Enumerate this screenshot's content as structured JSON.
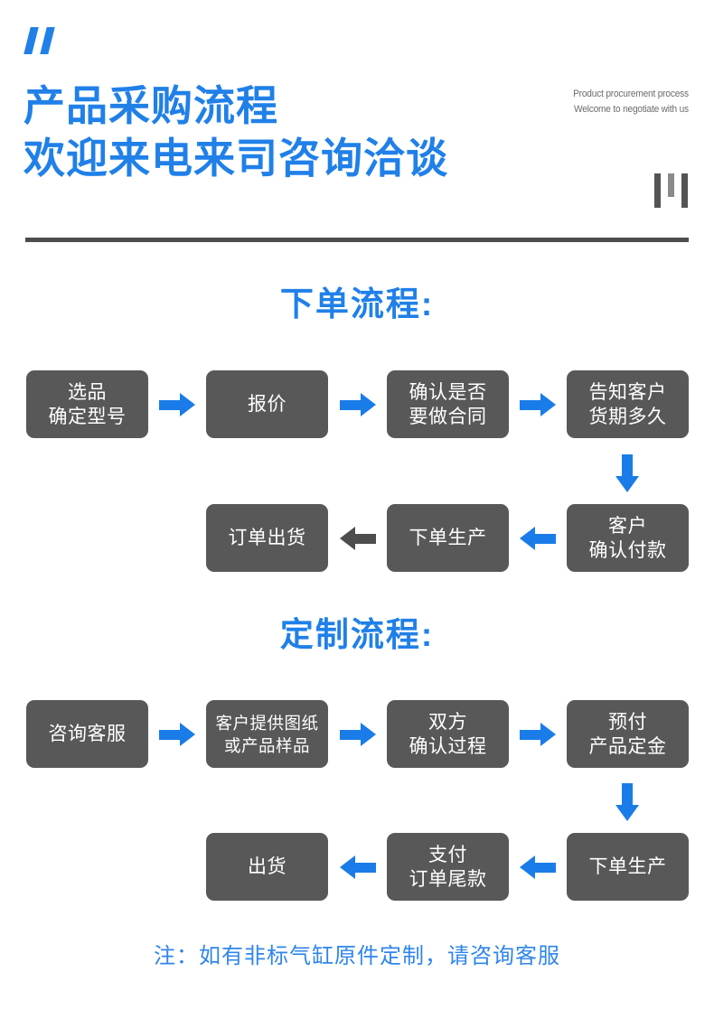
{
  "header": {
    "quote_icon": "quote-mark-icon",
    "title_lines": [
      "产品采购流程",
      "欢迎来电来司咨询洽谈"
    ],
    "english_lines": [
      "Product procurement process",
      "Welcome to negotiate with us"
    ],
    "bars_icon": "vertical-bars-icon",
    "accent_color": "#2080e8",
    "box_color": "#585858",
    "divider_color": "#4d4d4d"
  },
  "order_flow": {
    "heading": "下单流程:",
    "steps": [
      {
        "lines": [
          "选品",
          "确定型号"
        ]
      },
      {
        "lines": [
          "报价"
        ]
      },
      {
        "lines": [
          "确认是否",
          "要做合同"
        ]
      },
      {
        "lines": [
          "告知客户",
          "货期多久"
        ]
      },
      {
        "lines": [
          "客户",
          "确认付款"
        ]
      },
      {
        "lines": [
          "下单生产"
        ]
      },
      {
        "lines": [
          "订单出货"
        ]
      }
    ],
    "arrows": [
      {
        "name": "arrow-right-order-1",
        "direction": "right",
        "color": "#1a7ce8"
      },
      {
        "name": "arrow-right-order-2",
        "direction": "right",
        "color": "#1a7ce8"
      },
      {
        "name": "arrow-right-order-3",
        "direction": "right",
        "color": "#1a7ce8"
      },
      {
        "name": "arrow-down-order",
        "direction": "down",
        "color": "#1a7ce8"
      },
      {
        "name": "arrow-left-order-1",
        "direction": "left",
        "color": "#1a7ce8"
      },
      {
        "name": "arrow-left-order-2",
        "direction": "left",
        "color": "#4d4d4d"
      }
    ]
  },
  "custom_flow": {
    "heading": "定制流程:",
    "steps": [
      {
        "lines": [
          "咨询客服"
        ]
      },
      {
        "lines": [
          "客户提供图纸",
          "或产品样品"
        ]
      },
      {
        "lines": [
          "双方",
          "确认过程"
        ]
      },
      {
        "lines": [
          "预付",
          "产品定金"
        ]
      },
      {
        "lines": [
          "下单生产"
        ]
      },
      {
        "lines": [
          "支付",
          "订单尾款"
        ]
      },
      {
        "lines": [
          "出货"
        ]
      }
    ],
    "arrows": [
      {
        "name": "arrow-right-custom-1",
        "direction": "right",
        "color": "#1a7ce8"
      },
      {
        "name": "arrow-right-custom-2",
        "direction": "right",
        "color": "#1a7ce8"
      },
      {
        "name": "arrow-right-custom-3",
        "direction": "right",
        "color": "#1a7ce8"
      },
      {
        "name": "arrow-down-custom",
        "direction": "down",
        "color": "#1a7ce8"
      },
      {
        "name": "arrow-left-custom-1",
        "direction": "left",
        "color": "#1a7ce8"
      },
      {
        "name": "arrow-left-custom-2",
        "direction": "left",
        "color": "#1a7ce8"
      }
    ]
  },
  "footer": {
    "note": "注：如有非标气缸原件定制，请咨询客服"
  }
}
